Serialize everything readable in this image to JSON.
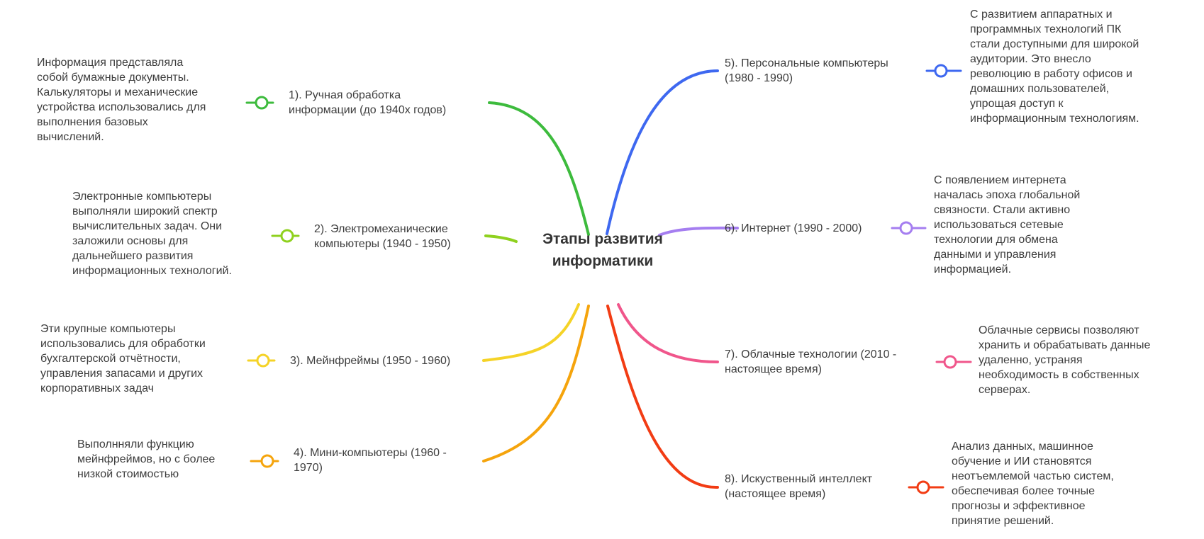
{
  "center": {
    "title": "Этапы развития\nинформатики"
  },
  "branches": [
    {
      "id": "b1",
      "color": "#3dbb3d",
      "topic": "1). Ручная обработка\nинформации (до 1940х годов)",
      "note": "Информация представляла\nсобой бумажные документы.\nКалькуляторы и механические\nустройства использовались для\nвыполнения базовых\nвычислений."
    },
    {
      "id": "b2",
      "color": "#8fd11f",
      "topic": "2). Электромеханические\nкомпьютеры (1940 - 1950)",
      "note": "Электронные компьютеры\nвыполняли широкий спектр\nвычислительных задач. Они\nзаложили основы для\nдальнейшего развития\nинформационных технологий."
    },
    {
      "id": "b3",
      "color": "#f5d327",
      "topic": "3). Мейнфреймы (1950 - 1960)",
      "note": "Эти крупные компьютеры\nиспользовались для обработки\nбухгалтерской отчётности,\nуправления запасами и других\nкорпоративных задач"
    },
    {
      "id": "b4",
      "color": "#f5a40c",
      "topic": "4). Мини-компьютеры (1960 -\n1970)",
      "note": "Выполнняли функцию\nмейнфреймов, но с более\nнизкой стоимостью"
    },
    {
      "id": "b5",
      "color": "#3e68f0",
      "topic": "5). Персональные компьютеры\n(1980 - 1990)",
      "note": "С развитием аппаратных и\nпрограммных технологий ПК\nстали доступными для широкой\nаудитории. Это внесло\nреволюцию в работу офисов и\nдомашних пользователей,\nупрощая доступ к\nинформационным технологиям."
    },
    {
      "id": "b6",
      "color": "#a57ef0",
      "topic": "6). Интернет (1990 - 2000)",
      "note": "С появлением интернета\nначалась эпоха глобальной\nсвязности. Стали активно\nиспользоваться сетевые\nтехнологии для обмена\nданными и управления\nинформацией."
    },
    {
      "id": "b7",
      "color": "#f0568b",
      "topic": "7). Облачные технологии (2010 -\nнастоящее время)",
      "note": "Облачные сервисы позволяют\nхранить и обрабатывать данные\nудаленно, устраняя\nнеобходимость в собственных\nсерверах."
    },
    {
      "id": "b8",
      "color": "#f23c14",
      "topic": "8). Искуственный интеллект\n(настоящее время)",
      "note": "Анализ данных, машинное\nобучение и ИИ становятся\nнеотъемлемой частью систем,\nобеспечивая более точные\nпрогнозы и эффективное\nпринятие решений."
    }
  ]
}
